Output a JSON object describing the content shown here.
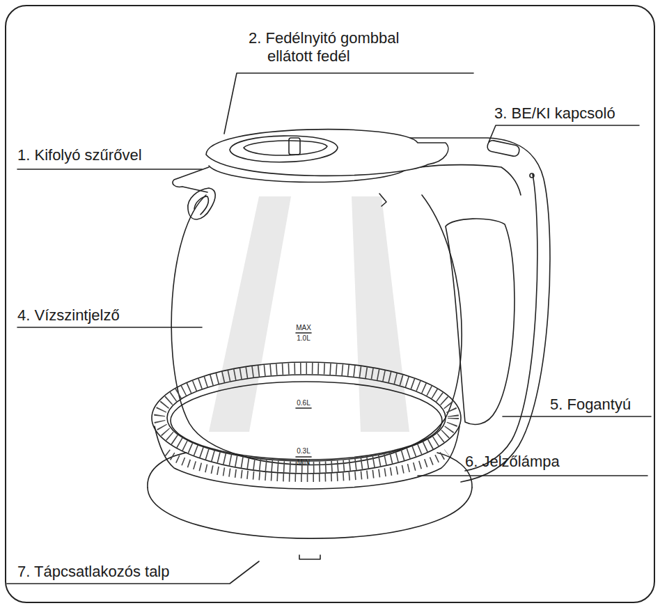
{
  "diagram": {
    "labels": [
      "1. Kifolyó szűrővel",
      "2. Fedélnyitó gombbal ellátott fedél",
      "3. BE/KI kapcsoló",
      "4. Vízszintjelző",
      "5. Fogantyú",
      "6. Jelzőlámpa",
      "7. Tápcsatlakozós talp",
      "MAX",
      "1.0L",
      "0.6L",
      "0.3L",
      "MIN"
    ]
  }
}
